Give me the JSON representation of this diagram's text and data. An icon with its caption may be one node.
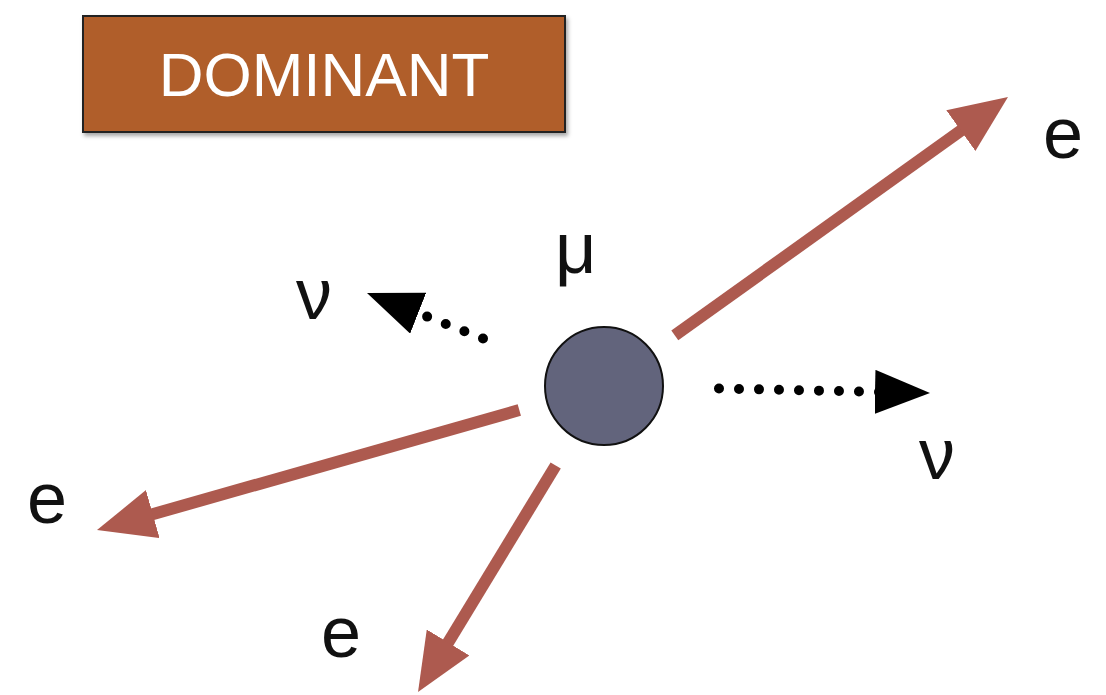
{
  "diagram": {
    "nodes": [
      {
        "text": [
          "DOMINANT"
        ]
      },
      {
        "text": [],
        "shape": "circle",
        "beside": [
          "μ"
        ]
      },
      {
        "text": [
          "e"
        ]
      },
      {
        "text": [
          "ν"
        ]
      },
      {
        "text": [
          "ν"
        ]
      },
      {
        "text": [
          "e"
        ]
      },
      {
        "text": [
          "e"
        ]
      }
    ],
    "edges": [
      {
        "from": 1,
        "to": 2,
        "arrow": "to"
      },
      {
        "from": 1,
        "to": 5,
        "arrow": "to"
      },
      {
        "from": 1,
        "to": 6,
        "arrow": "to"
      },
      {
        "from": 1,
        "to": 3,
        "arrow": "to",
        "style": "dashed",
        "color": "#000000"
      },
      {
        "from": 1,
        "to": 4,
        "arrow": "to",
        "style": "dashed",
        "color": "#000000"
      }
    ]
  }
}
